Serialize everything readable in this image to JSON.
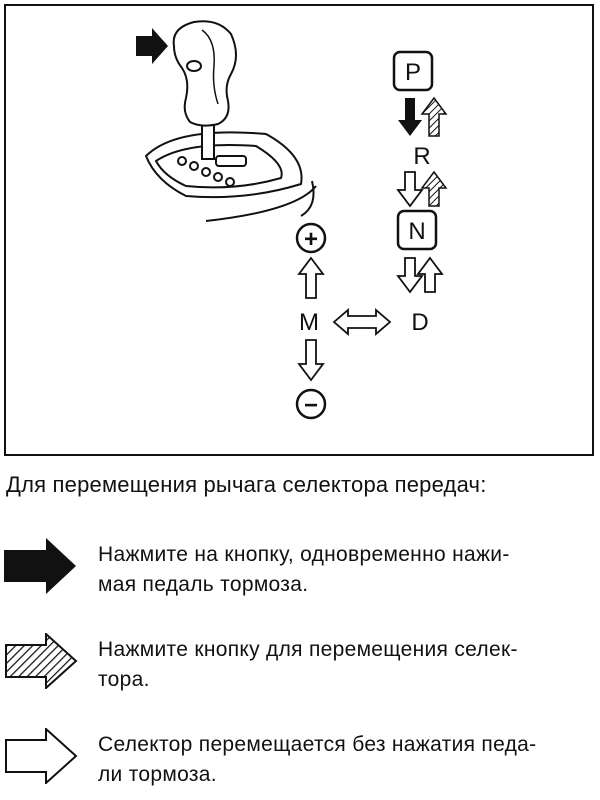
{
  "diagram": {
    "positions": {
      "park": "P",
      "reverse": "R",
      "neutral": "N",
      "drive": "D",
      "manual": "M",
      "plus": "+",
      "minus": "−"
    }
  },
  "caption": "Для перемещения рычага селектора передач:",
  "legend": [
    {
      "icon": "solid-black-arrow-icon",
      "line1": "Нажмите на кнопку, одновременно нажи-",
      "line2": "мая педаль тормоза."
    },
    {
      "icon": "hatched-arrow-icon",
      "line1": "Нажмите кнопку для перемещения селек-",
      "line2": "тора."
    },
    {
      "icon": "outline-arrow-icon",
      "line1": "Селектор перемещается без нажатия педа-",
      "line2": "ли тормоза."
    }
  ]
}
